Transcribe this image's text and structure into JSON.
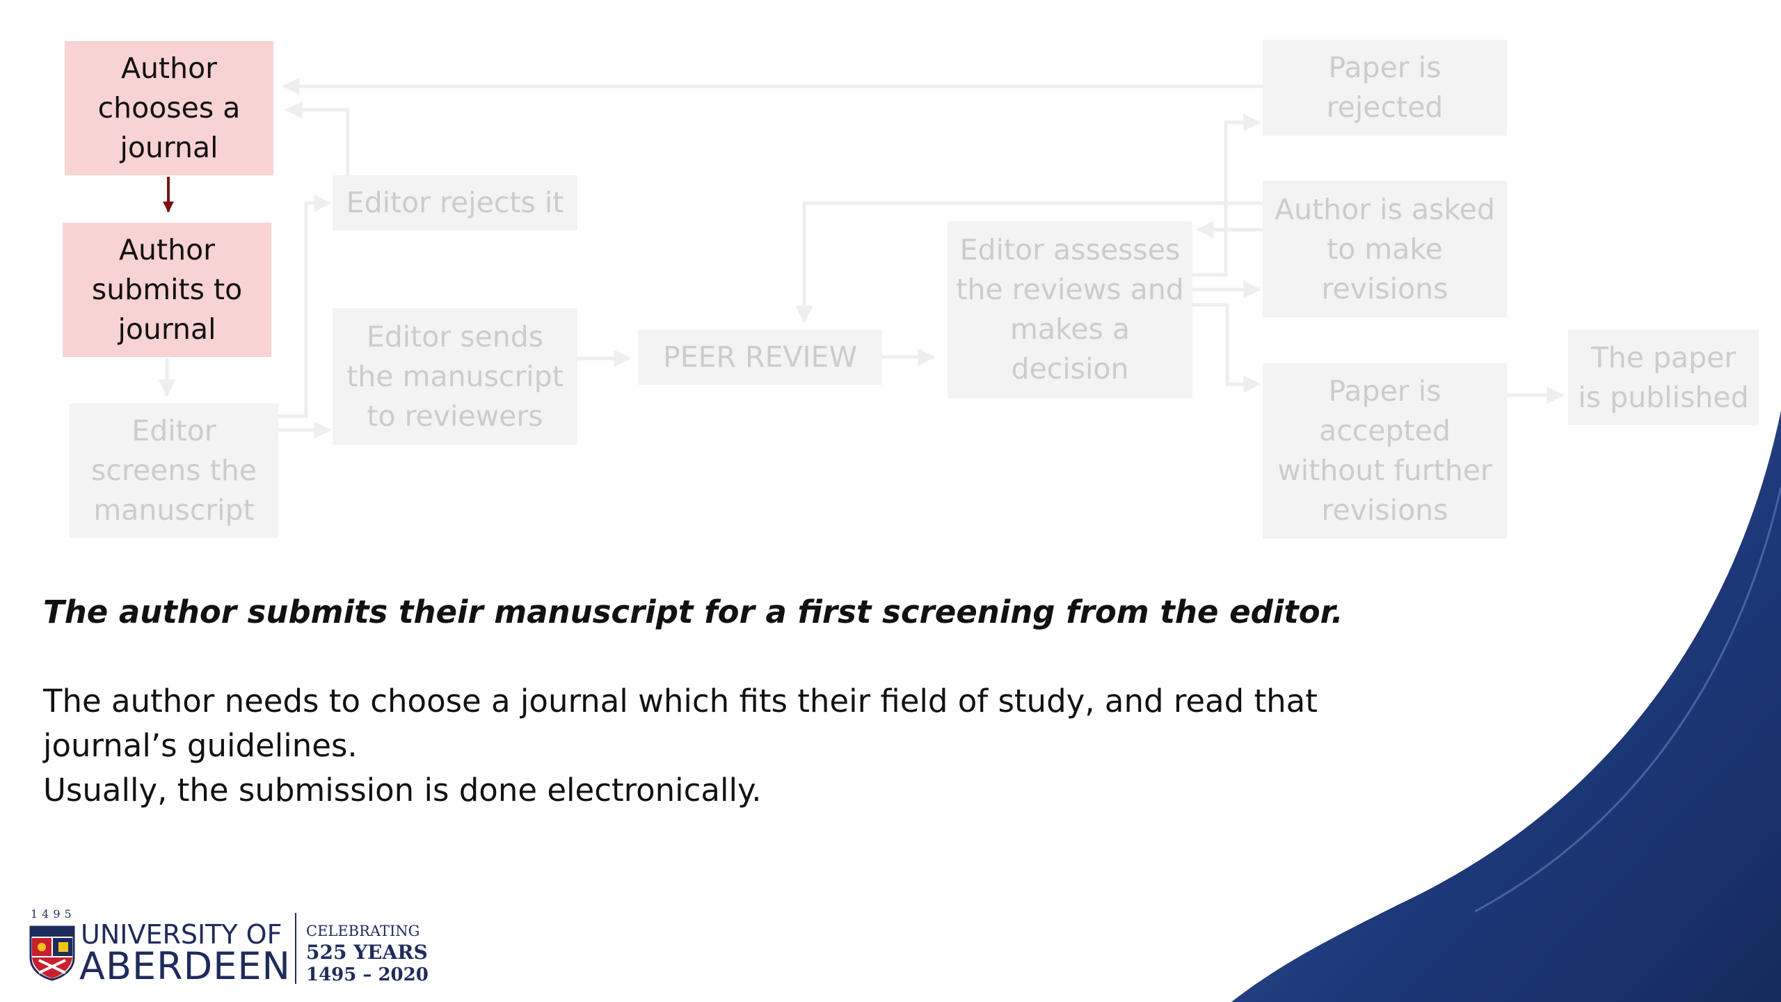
{
  "flowchart": {
    "nodes": [
      {
        "id": "choose",
        "text": "Author\nchooses a\njournal",
        "state": "active"
      },
      {
        "id": "submit",
        "text": "Author\nsubmits to\njournal",
        "state": "active"
      },
      {
        "id": "screen",
        "text": "Editor\nscreens the\nmanuscript",
        "state": "faded"
      },
      {
        "id": "reject-editor",
        "text": "Editor rejects it",
        "state": "faded"
      },
      {
        "id": "send",
        "text": "Editor sends\nthe manuscript\nto reviewers",
        "state": "faded"
      },
      {
        "id": "peer",
        "text": "PEER REVIEW",
        "state": "faded"
      },
      {
        "id": "assess",
        "text": "Editor assesses\nthe reviews and\nmakes a\ndecision",
        "state": "faded"
      },
      {
        "id": "rejected",
        "text": "Paper is\nrejected",
        "state": "faded"
      },
      {
        "id": "revisions",
        "text": "Author is asked\nto make\nrevisions",
        "state": "faded"
      },
      {
        "id": "accepted",
        "text": "Paper is\naccepted\nwithout further\nrevisions",
        "state": "faded"
      },
      {
        "id": "published",
        "text": "The paper\nis published",
        "state": "faded"
      }
    ],
    "edges": [
      {
        "from": "choose",
        "to": "submit",
        "state": "active"
      },
      {
        "from": "submit",
        "to": "screen",
        "state": "faded"
      },
      {
        "from": "screen",
        "to": "reject-editor",
        "state": "faded"
      },
      {
        "from": "reject-editor",
        "to": "choose",
        "state": "faded"
      },
      {
        "from": "screen",
        "to": "send",
        "state": "faded"
      },
      {
        "from": "send",
        "to": "peer",
        "state": "faded"
      },
      {
        "from": "peer",
        "to": "assess",
        "state": "faded"
      },
      {
        "from": "assess",
        "to": "rejected",
        "state": "faded"
      },
      {
        "from": "assess",
        "to": "revisions",
        "state": "faded"
      },
      {
        "from": "assess",
        "to": "accepted",
        "state": "faded"
      },
      {
        "from": "rejected",
        "to": "choose",
        "state": "faded"
      },
      {
        "from": "revisions",
        "to": "assess",
        "state": "faded"
      },
      {
        "from": "revisions",
        "to": "peer",
        "state": "faded"
      },
      {
        "from": "accepted",
        "to": "published",
        "state": "faded"
      }
    ]
  },
  "caption": {
    "heading": "The author submits their manuscript for a first screening from the editor.",
    "body_line1": "The author needs to choose a journal which fits their field of study, and read that",
    "body_line2": "journal’s guidelines.",
    "body_line3": "Usually, the submission is done electronically."
  },
  "logo": {
    "year": "1495",
    "line1": "UNIVERSITY OF",
    "line2": "ABERDEEN",
    "anniversary_line1": "CELEBRATING",
    "anniversary_line2": "525 YEARS",
    "anniversary_line3": "1495 – 2020"
  },
  "colors": {
    "active_box": "#f8d3d3",
    "active_arrow": "#7a1414",
    "faded_box": "#f3f3f3",
    "faded_text": "#cccccc",
    "faded_arrow": "#eeeeee",
    "wave_dark": "#1e3a7b",
    "wave_light": "#3e63a8",
    "logo_navy": "#1f2b5c"
  }
}
